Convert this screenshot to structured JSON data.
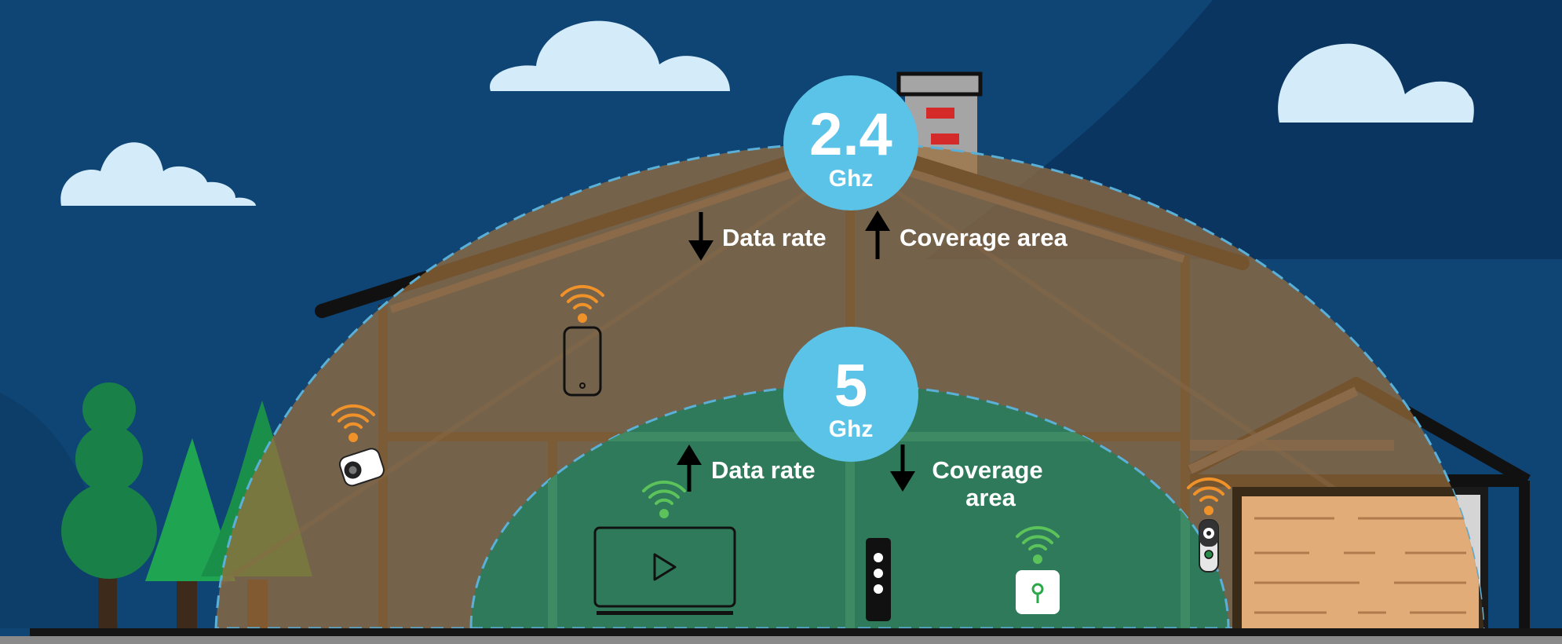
{
  "colors": {
    "sky": "#0f4575",
    "sky_dark": "#0a3560",
    "band_24": "#7c5c3c",
    "band_5": "#2f7a5a",
    "badge": "#5bc3e8",
    "wifi_24": "#f0922a",
    "wifi_5": "#5cc25a",
    "ground": "#151515"
  },
  "bands": {
    "b24": {
      "freq": "2.4",
      "unit": "Ghz",
      "data_rate_label": "Data rate",
      "data_rate_direction": "down",
      "coverage_label": "Coverage area",
      "coverage_direction": "up"
    },
    "b5": {
      "freq": "5",
      "unit": "Ghz",
      "data_rate_label": "Data rate",
      "data_rate_direction": "up",
      "coverage_label_line1": "Coverage",
      "coverage_label_line2": "area",
      "coverage_direction": "down"
    }
  },
  "icons": {
    "devices_24": [
      "smartphone-icon",
      "security-camera-icon",
      "video-doorbell-icon"
    ],
    "devices_5": [
      "television-icon",
      "streaming-stick-icon",
      "smart-plug-icon"
    ]
  }
}
